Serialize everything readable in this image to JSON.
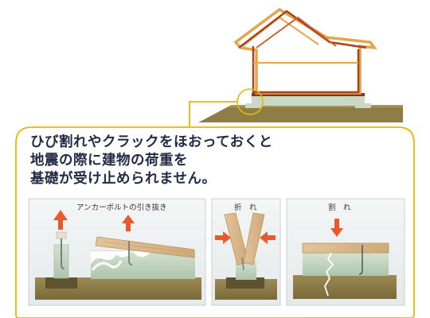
{
  "message": {
    "line1": "ひび割れやクラックをほおっておくと",
    "line2": "地震の際に建物の荷重を",
    "line3": "基礎が受け止められません。"
  },
  "panels": [
    {
      "label": "アンカーボルトの引き抜き"
    },
    {
      "label": "折　れ"
    },
    {
      "label": "割　れ"
    }
  ],
  "colors": {
    "soil": "#8b7a45",
    "foundation": "#c2d4c0",
    "timber": "#d9b98c",
    "arrow": "#e85a2c",
    "callout_border": "#e8b800",
    "text": "#1f2a44"
  }
}
